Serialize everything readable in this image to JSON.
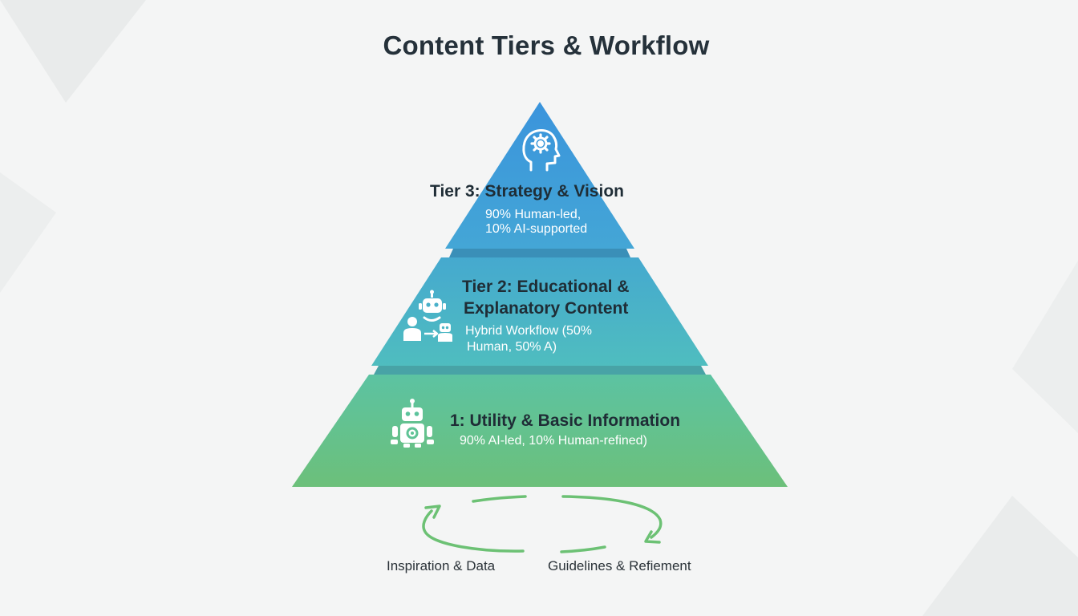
{
  "title": "Content Tiers & Workflow",
  "colors": {
    "background": "#f4f5f5",
    "tier3": "#3f9ed9",
    "tier2": "#49b3c6",
    "tier1": "#66c284",
    "arrow": "#6cc174",
    "title_text": "#25313a"
  },
  "tiers": [
    {
      "level": 3,
      "title": "Tier 3: Strategy & Vision",
      "desc_lines": [
        "90% Human-led,",
        "10% AI-supported"
      ],
      "icon": "human-head-gear-icon"
    },
    {
      "level": 2,
      "title_lines": [
        "Tier 2: Educational &",
        "Explanatory Content"
      ],
      "desc_lines": [
        "Hybrid Workflow (50%",
        "Human, 50% A)"
      ],
      "icon": "human-robot-collaboration-icon"
    },
    {
      "level": 1,
      "title": "1: Utility & Basic Information",
      "desc": "90% AI-led, 10% Human-refined)",
      "icon": "robot-icon"
    }
  ],
  "cycle": {
    "left_label": "Inspiration & Data",
    "right_label": "Guidelines & Refiement"
  }
}
